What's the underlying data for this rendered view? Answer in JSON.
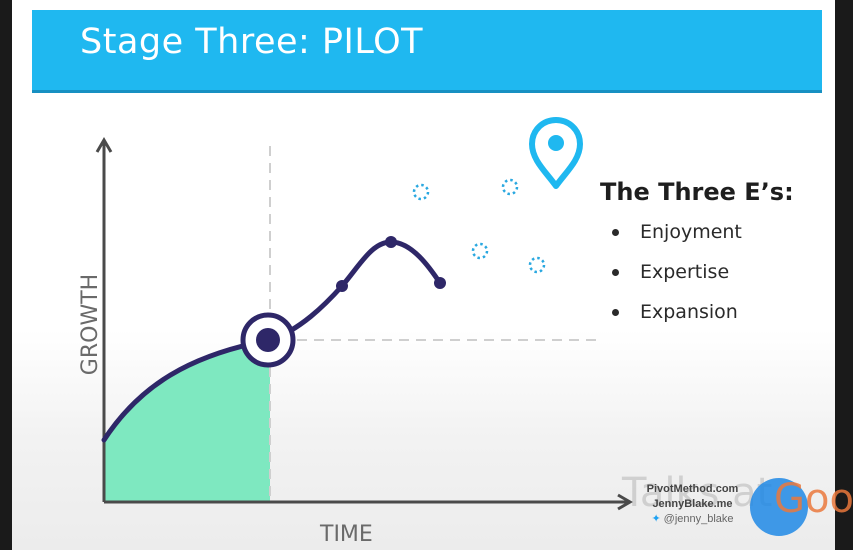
{
  "header": {
    "title": "Stage Three: PILOT"
  },
  "axes": {
    "y_label": "GROWTH",
    "x_label": "TIME"
  },
  "three_es": {
    "heading": "The Three E’s:",
    "items": [
      "Enjoyment",
      "Expertise",
      "Expansion"
    ]
  },
  "credits": {
    "line1": "PivotMethod.com",
    "line2": "JennyBlake.me",
    "twitter": "@jenny_blake"
  },
  "watermark": {
    "text": "Talks at",
    "logo_text": "Goog"
  },
  "colors": {
    "header_blue": "#1fb8f0",
    "curve_navy": "#2e2768",
    "fill_green": "#7ee8c0",
    "pin_blue": "#1fb8f0",
    "axis": "#4a4a4a"
  },
  "icons": {
    "pin": "location-pin-icon",
    "twitter": "twitter-bird-icon"
  }
}
